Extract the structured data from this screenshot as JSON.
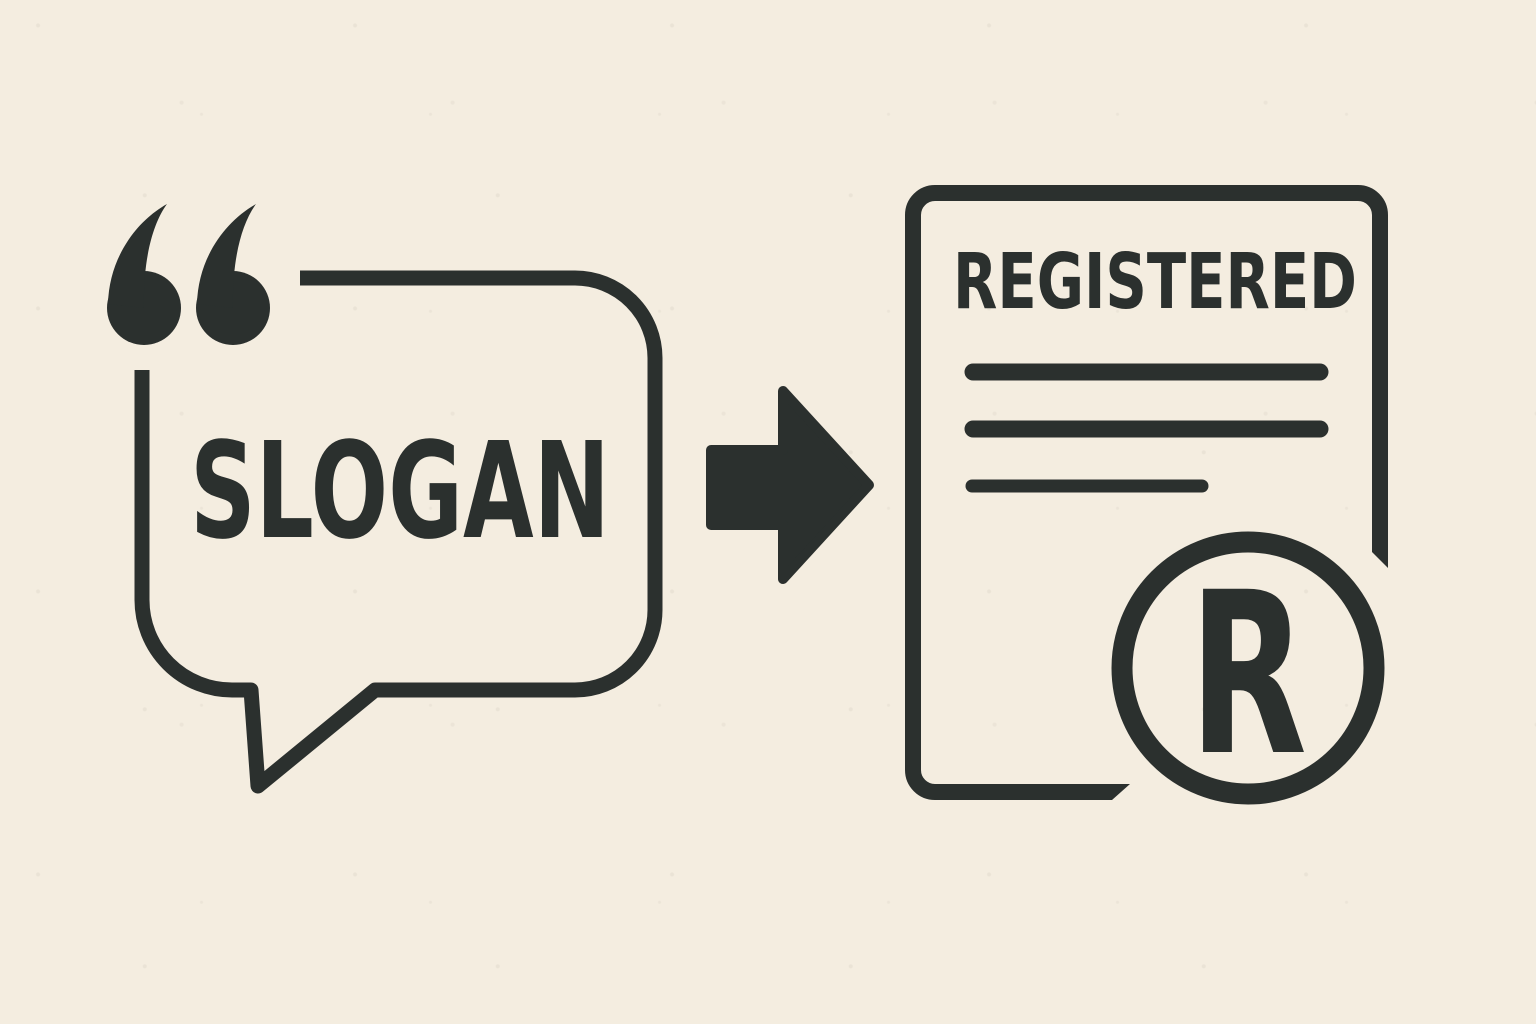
{
  "colors": {
    "ink": "#2b302e",
    "background": "#f4ede0"
  },
  "illustration": {
    "speech_bubble": {
      "icon": "speech-bubble-icon",
      "quote_icon": "opening-double-quote-icon",
      "label": "SLOGAN"
    },
    "arrow": {
      "icon": "arrow-right-icon"
    },
    "certificate": {
      "icon": "document-icon",
      "title": "REGISTERED",
      "text_lines": 3,
      "registered_mark": {
        "icon": "registered-trademark-icon",
        "symbol": "R"
      }
    }
  }
}
